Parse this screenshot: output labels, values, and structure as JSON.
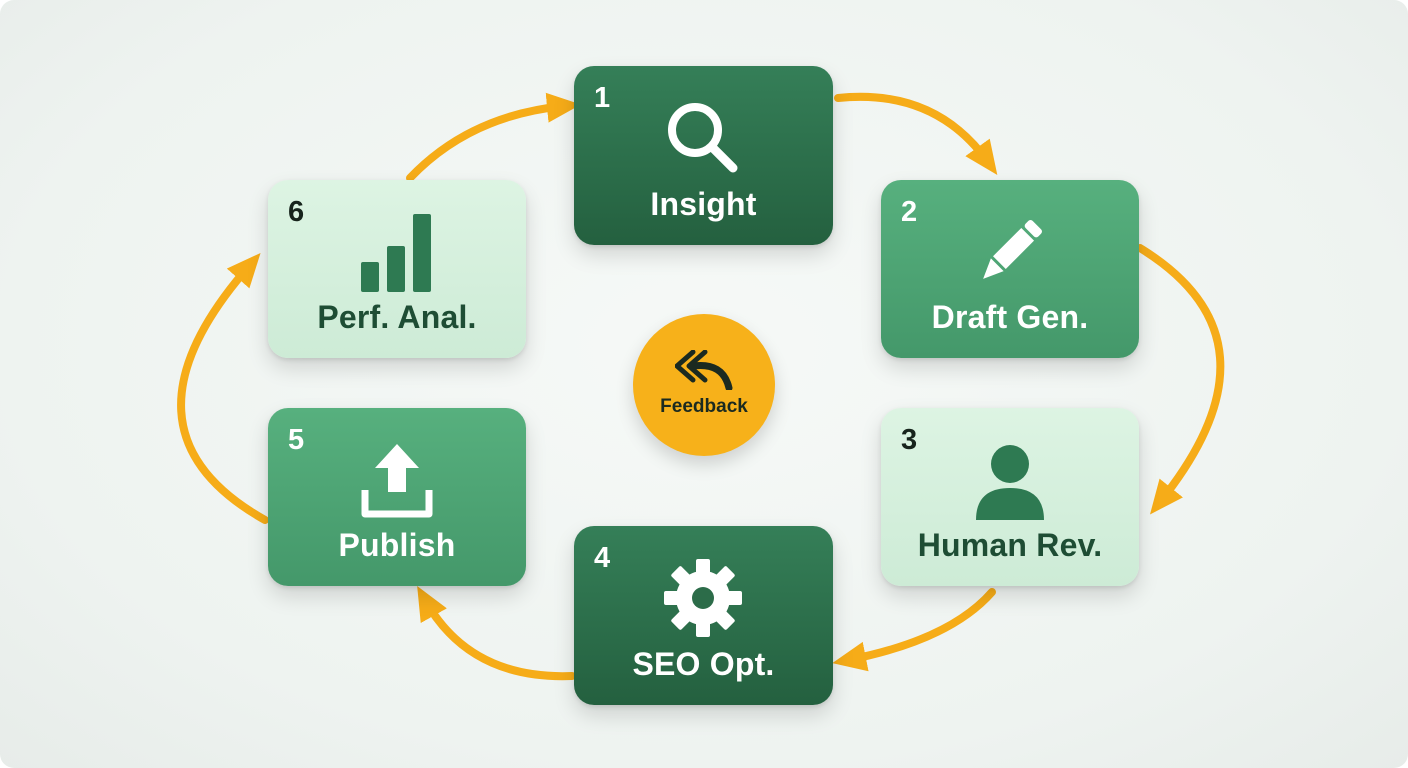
{
  "colors": {
    "arrow": "#f6ac18",
    "dark_green": "#2b6f4b",
    "mid_green": "#4ea774",
    "light_green": "#d6f0dd",
    "hub": "#f7b11a"
  },
  "steps": [
    {
      "number": "1",
      "label": "Insight",
      "icon": "search-icon"
    },
    {
      "number": "2",
      "label": "Draft Gen.",
      "icon": "pencil-icon"
    },
    {
      "number": "3",
      "label": "Human Rev.",
      "icon": "person-icon"
    },
    {
      "number": "4",
      "label": "SEO Opt.",
      "icon": "gear-icon"
    },
    {
      "number": "5",
      "label": "Publish",
      "icon": "upload-icon"
    },
    {
      "number": "6",
      "label": "Perf. Anal.",
      "icon": "bar-chart-icon"
    }
  ],
  "hub": {
    "label": "Feedback",
    "icon": "reply-all-icon"
  }
}
